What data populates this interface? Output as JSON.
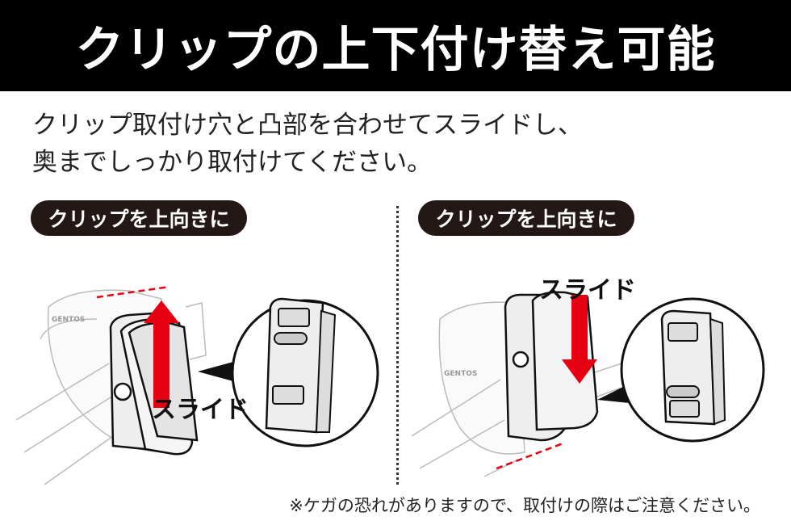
{
  "title": "クリップの上下付け替え可能",
  "description": [
    "クリップ取付け穴と凸部を合わせてスライドし、",
    "奥までしっかり取付けてください。"
  ],
  "panels": [
    {
      "label": "クリップを上向きに",
      "action": "スライド",
      "direction": "up"
    },
    {
      "label": "クリップを上向きに",
      "action": "スライド",
      "direction": "down"
    }
  ],
  "brand_text": "GENTOS",
  "footer_note": "※ケガの恐れがありますので、取付けの際はご注意ください。",
  "colors": {
    "title_bg": "#000000",
    "pill_bg": "#231815",
    "arrow": "#e60012"
  }
}
